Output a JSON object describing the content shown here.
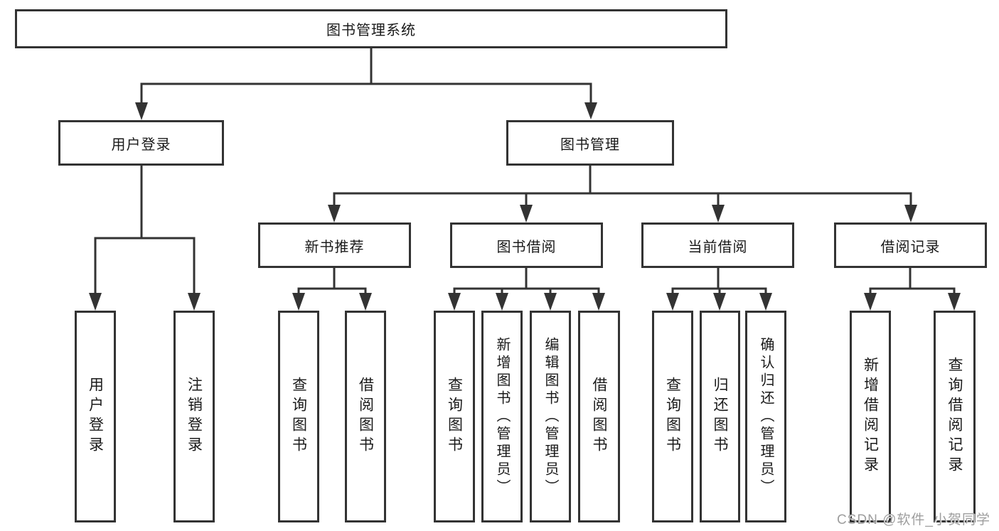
{
  "diagram": {
    "title": "图书管理系统",
    "colors": {
      "line": "#333333",
      "box_border": "#333333",
      "box_fill": "#ffffff",
      "text": "#1a1a1a",
      "watermark": "#9e9e9e"
    },
    "nodes": {
      "root": {
        "label": "图书管理系统"
      },
      "user_login": {
        "label": "用户登录"
      },
      "book_mgmt": {
        "label": "图书管理"
      },
      "new_book_rec": {
        "label": "新书推荐"
      },
      "book_borrow": {
        "label": "图书借阅"
      },
      "current_borrow": {
        "label": "当前借阅"
      },
      "borrow_records": {
        "label": "借阅记录"
      },
      "leaf_user_login": {
        "label": "用户登录"
      },
      "leaf_logout": {
        "label": "注销登录"
      },
      "leaf_rec_query": {
        "label": "查询图书"
      },
      "leaf_rec_borrow": {
        "label": "借阅图书"
      },
      "leaf_bb_query": {
        "label": "查询图书"
      },
      "leaf_bb_add": {
        "label": "新增图书（管理员）"
      },
      "leaf_bb_edit": {
        "label": "编辑图书（管理员）"
      },
      "leaf_bb_borrow": {
        "label": "借阅图书"
      },
      "leaf_cb_query": {
        "label": "查询图书"
      },
      "leaf_cb_return": {
        "label": "归还图书"
      },
      "leaf_cb_confirm": {
        "label": "确认归还（管理员）"
      },
      "leaf_br_add": {
        "label": "新增借阅记录"
      },
      "leaf_br_query": {
        "label": "查询借阅记录"
      }
    },
    "hierarchy": {
      "图书管理系统": {
        "用户登录": [
          "用户登录",
          "注销登录"
        ],
        "图书管理": {
          "新书推荐": [
            "查询图书",
            "借阅图书"
          ],
          "图书借阅": [
            "查询图书",
            "新增图书（管理员）",
            "编辑图书（管理员）",
            "借阅图书"
          ],
          "当前借阅": [
            "查询图书",
            "归还图书",
            "确认归还（管理员）"
          ],
          "借阅记录": [
            "新增借阅记录",
            "查询借阅记录"
          ]
        }
      }
    },
    "watermark": "CSDN @软件_小贺同学"
  }
}
